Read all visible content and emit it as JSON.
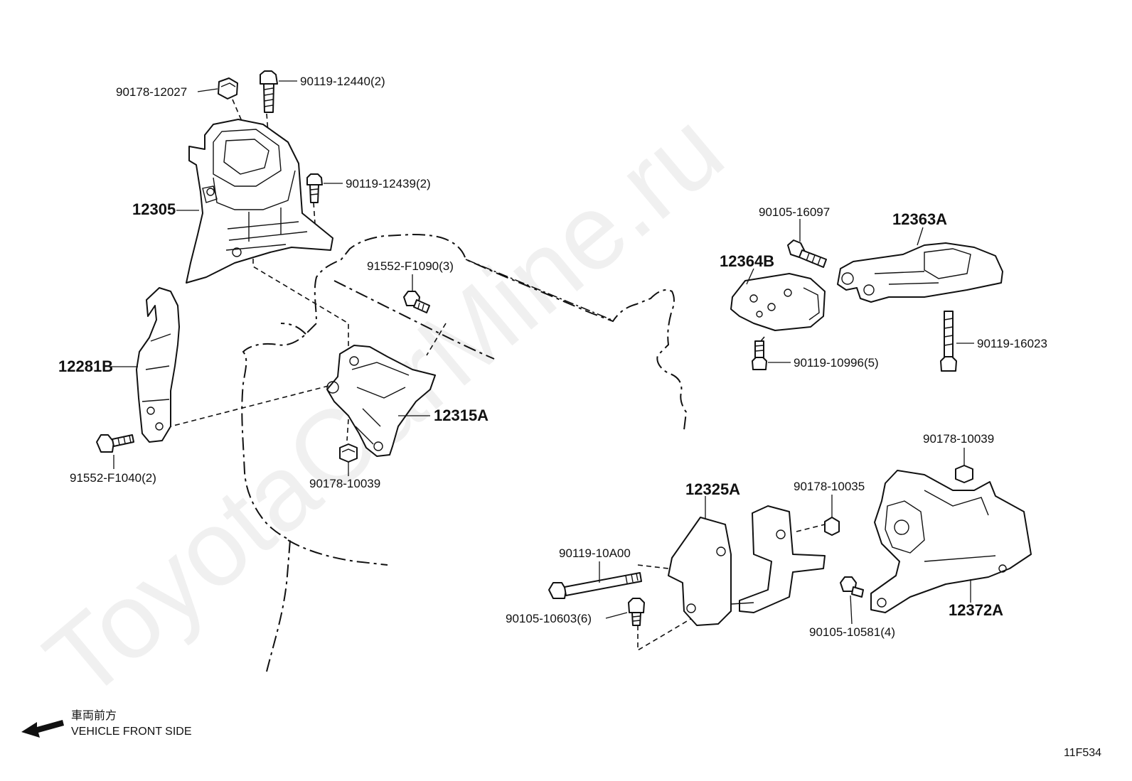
{
  "watermark": "ToyotaCarMine.ru",
  "diagram_code": "11F534",
  "orientation": {
    "label_jp": "車両前方",
    "label_en": "VEHICLE FRONT SIDE"
  },
  "callouts": {
    "p90178_12027": "90178-12027",
    "p90119_12440": "90119-12440(2)",
    "p90119_12439": "90119-12439(2)",
    "p12305": "12305",
    "p12281B": "12281B",
    "p91552_F1040": "91552-F1040(2)",
    "p91552_F1090": "91552-F1090(3)",
    "p12315A": "12315A",
    "p90178_10039_a": "90178-10039",
    "p90105_16097": "90105-16097",
    "p12363A": "12363A",
    "p12364B": "12364B",
    "p90119_10996": "90119-10996(5)",
    "p90119_16023": "90119-16023",
    "p90178_10039_b": "90178-10039",
    "p12325A": "12325A",
    "p90178_10035": "90178-10035",
    "p90119_10A00": "90119-10A00",
    "p90105_10603": "90105-10603(6)",
    "p90105_10581": "90105-10581(4)",
    "p12372A": "12372A"
  }
}
